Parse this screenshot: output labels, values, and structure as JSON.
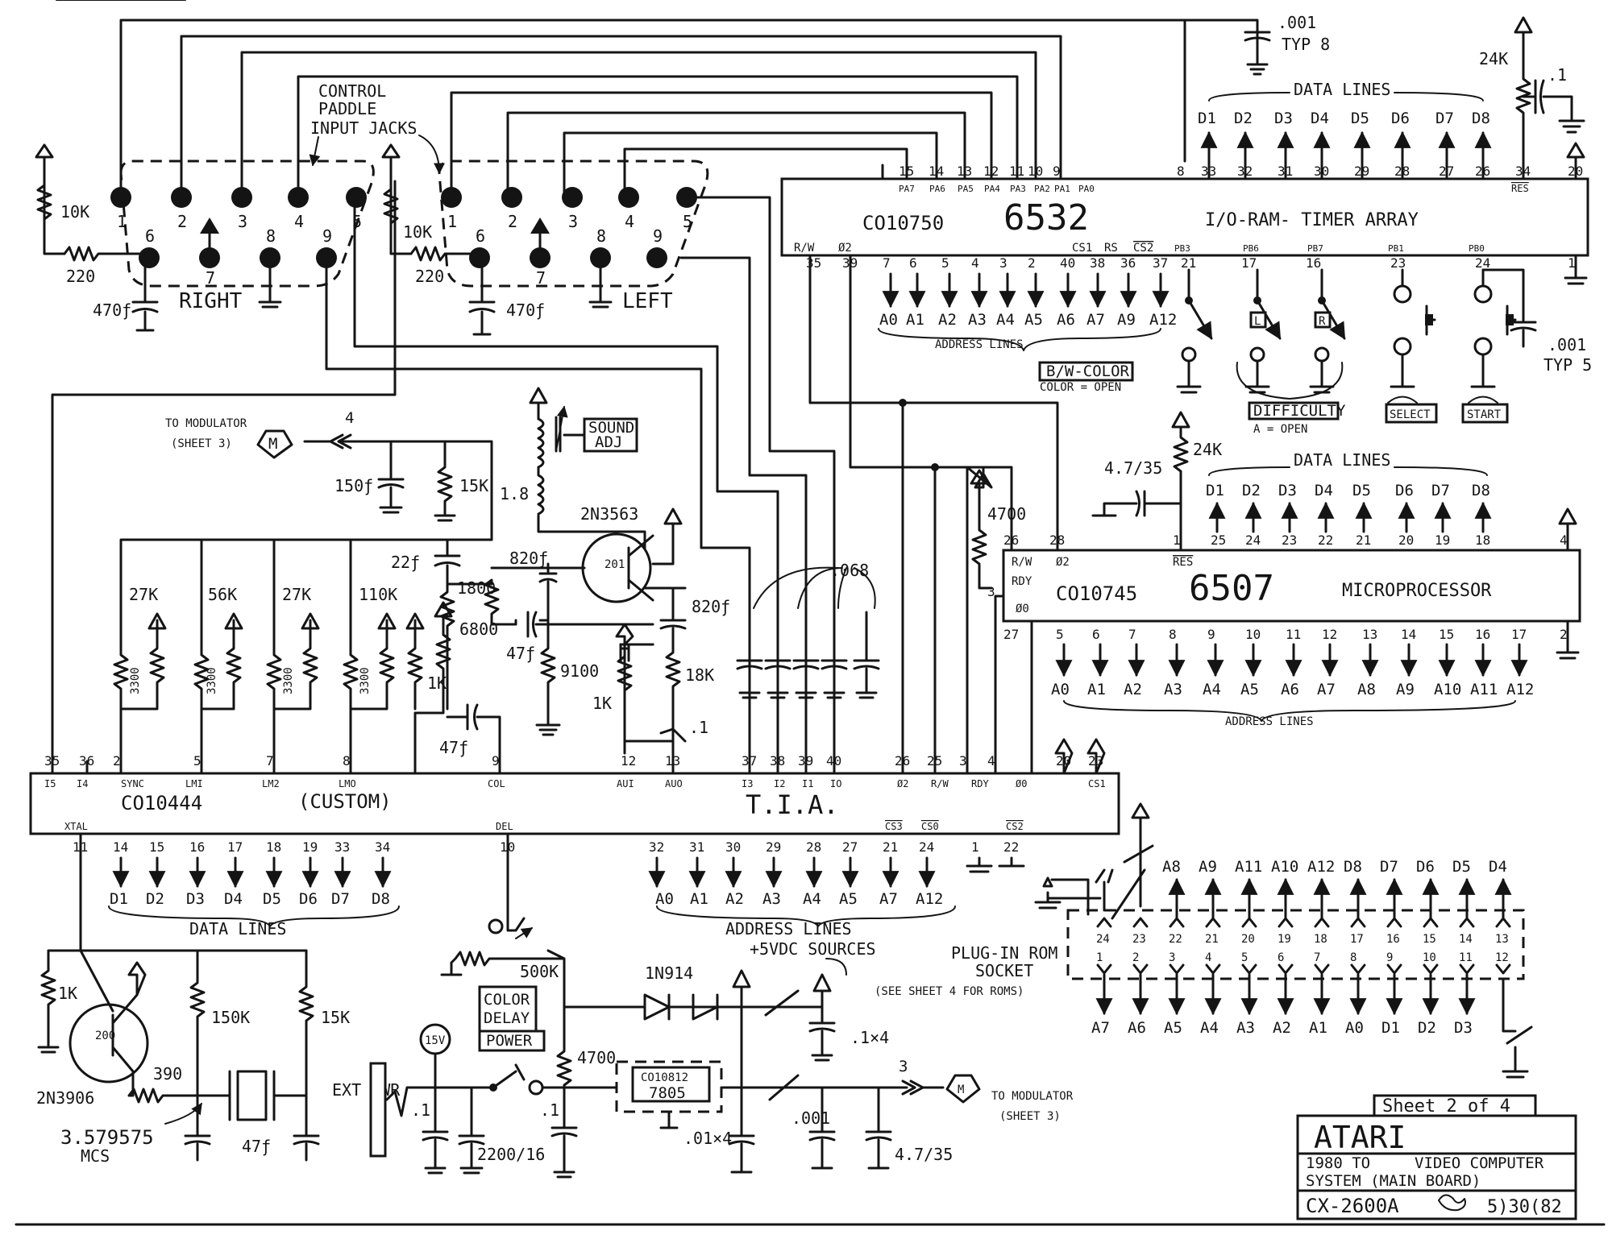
{
  "connectors": {
    "caption": [
      "CONTROL",
      "PADDLE",
      "INPUT JACKS"
    ],
    "right_label": "RIGHT",
    "left_label": "LEFT",
    "pins_top": [
      "1",
      "2",
      "3",
      "4",
      "5"
    ],
    "pins_bottom": [
      "6",
      "7",
      "8",
      "9"
    ],
    "pullup": "10K",
    "series_res": "220",
    "cap": "470ƒ"
  },
  "riot": {
    "part": "CO10750",
    "name": "6532",
    "desc": "I/O-RAM- TIMER ARRAY",
    "top_pins": [
      "15",
      "14",
      "13",
      "12",
      "11",
      "10",
      "9",
      "8",
      "33",
      "32",
      "31",
      "30",
      "29",
      "28",
      "27",
      "26",
      "34",
      "20"
    ],
    "top_sigs": [
      "PA7",
      "PA6",
      "PA5",
      "PA4",
      "PA3",
      "PA2",
      "PA1",
      "PA0",
      "RES"
    ],
    "left_sigs": [
      "R/W",
      "Ø2"
    ],
    "cs_sigs": [
      "CS1",
      "RS",
      "CS2"
    ],
    "bottom_pins": [
      "35",
      "39",
      "7",
      "6",
      "5",
      "4",
      "3",
      "2",
      "40",
      "38",
      "36",
      "37",
      "21",
      "17",
      "16",
      "23",
      "24",
      "1"
    ],
    "pb_sigs": [
      "PB3",
      "PB6",
      "PB7",
      "PB1",
      "PB0"
    ],
    "address": [
      "A0",
      "A1",
      "A2",
      "A3",
      "A4",
      "A5",
      "A6",
      "A7",
      "A9",
      "A12"
    ],
    "address_label": "ADDRESS LINES",
    "data": [
      "D1",
      "D2",
      "D3",
      "D4",
      "D5",
      "D6",
      "D7",
      "D8"
    ],
    "data_label": "DATA LINES",
    "bw_label": "B/W-COLOR",
    "bw_note": "COLOR = OPEN",
    "difficulty": "DIFFICULTY",
    "difficulty_note": "A = OPEN",
    "l": "L",
    "r": "R",
    "select": "SELECT",
    "start": "START",
    "cap_top": ".001",
    "cap_top_note": "TYP 8",
    "res_top": "24K",
    "cap_res": ".1",
    "cap_right": ".001",
    "cap_right_note": "TYP 5"
  },
  "cpu": {
    "part": "CO10745",
    "name": "6507",
    "desc": "MICROPROCESSOR",
    "left_sigs": [
      "R/W",
      "Ø2",
      "RDY",
      "Ø0"
    ],
    "res_sig": "RES",
    "top_pins": [
      "26",
      "28",
      "1",
      "25",
      "24",
      "23",
      "22",
      "21",
      "20",
      "19",
      "18",
      "4"
    ],
    "bottom_pins": [
      "27",
      "5",
      "6",
      "7",
      "8",
      "9",
      "10",
      "11",
      "12",
      "13",
      "14",
      "15",
      "16",
      "17",
      "2"
    ],
    "left_pin": "3",
    "data": [
      "D1",
      "D2",
      "D3",
      "D4",
      "D5",
      "D6",
      "D7",
      "D8"
    ],
    "data_label": "DATA LINES",
    "address": [
      "A0",
      "A1",
      "A2",
      "A3",
      "A4",
      "A5",
      "A6",
      "A7",
      "A8",
      "A9",
      "A10",
      "A11",
      "A12"
    ],
    "address_label": "ADDRESS LINES",
    "res_pullup": "24K",
    "res_cap": "4.7/35",
    "rdy_pullup": "4700"
  },
  "tia": {
    "part": "CO10444",
    "custom": "(CUSTOM)",
    "name": "T.I.A.",
    "top_pins": [
      "35",
      "36",
      "2",
      "5",
      "7",
      "8",
      "9",
      "12",
      "13",
      "37",
      "38",
      "39",
      "40",
      "26",
      "25",
      "3",
      "4",
      "20",
      "23"
    ],
    "top_sigs": [
      "I5",
      "I4",
      "SYNC",
      "LMI",
      "LM2",
      "LMO",
      "COL",
      "AUI",
      "AUO",
      "I3",
      "I2",
      "I1",
      "IO",
      "Ø2",
      "R/W",
      "RDY",
      "Ø0",
      "CS1"
    ],
    "bottom_pins": [
      "11",
      "14",
      "15",
      "16",
      "17",
      "18",
      "19",
      "33",
      "34",
      "10",
      "32",
      "31",
      "30",
      "29",
      "28",
      "27",
      "21",
      "24",
      "1",
      "22"
    ],
    "bottom_sigs": [
      "XTAL",
      "DEL",
      "CS3",
      "CS0",
      "CS2"
    ],
    "data": [
      "D1",
      "D2",
      "D3",
      "D4",
      "D5",
      "D6",
      "D7",
      "D8"
    ],
    "data_label": "DATA LINES",
    "address": [
      "A0",
      "A1",
      "A2",
      "A3",
      "A4",
      "A5",
      "A7",
      "A12"
    ],
    "address_label": "ADDRESS LINES"
  },
  "video": {
    "modulator": "TO MODULATOR",
    "sheet3": "(SHEET 3)",
    "m": "M",
    "node4": "4",
    "cap150": "150ƒ",
    "r15k": "15K",
    "resistors": [
      "27K",
      "56K",
      "27K",
      "110K"
    ],
    "r3300": "3300",
    "r1k": "1K",
    "cap22": "22ƒ",
    "r1800": "1800",
    "r6800": "6800",
    "cap47": "47ƒ"
  },
  "sound": {
    "label": "SOUND ADJ",
    "coil": "1.8",
    "transistor": "2N3563",
    "tnum": "201",
    "cap820a": "820ƒ",
    "cap820b": "820ƒ",
    "r9100": "9100",
    "r18k": "18K",
    "r1k": "1K",
    "cap01": ".1",
    "cap47": "47ƒ",
    "cap068": ".068"
  },
  "clock": {
    "r1k": "1K",
    "transistor": "2N3906",
    "tnum": "200",
    "r150k": "150K",
    "r15k": "15K",
    "r390": "390",
    "crystal": "3.579575",
    "mcs": "MCS",
    "cap47": "47ƒ"
  },
  "power": {
    "color_delay": "COLOR DELAY",
    "pot": "500K",
    "diode": "1N914",
    "sources": "+5VDC SOURCES",
    "cap_x4": ".1×4",
    "ext_pwr": "EXT PWR",
    "v15": "15V",
    "power_btn": "POWER",
    "cap01a": ".1",
    "cap2200": "2200/16",
    "cap01b": ".1",
    "r4700": "4700",
    "reg_part": "CO10812",
    "reg": "7805",
    "cap01x4": ".01×4",
    "cap001": ".001",
    "cap47": "4.7/35",
    "node3": "3",
    "modulator": "TO MODULATOR",
    "sheet3": "(SHEET 3)",
    "m": "M"
  },
  "rom": {
    "label": "PLUG-IN ROM",
    "label2": "SOCKET",
    "note": "(SEE SHEET 4 FOR ROMS)",
    "top_sigs": [
      "A8",
      "A9",
      "A11",
      "A10",
      "A12",
      "D8",
      "D7",
      "D6",
      "D5",
      "D4"
    ],
    "top_pins": [
      "24",
      "23",
      "22",
      "21",
      "20",
      "19",
      "18",
      "17",
      "16",
      "15",
      "14",
      "13"
    ],
    "bottom_pins": [
      "1",
      "2",
      "3",
      "4",
      "5",
      "6",
      "7",
      "8",
      "9",
      "10",
      "11",
      "12"
    ],
    "bottom_sigs": [
      "A7",
      "A6",
      "A5",
      "A4",
      "A3",
      "A2",
      "A1",
      "A0",
      "D1",
      "D2",
      "D3"
    ]
  },
  "title_block": {
    "sheet": "Sheet 2 of 4",
    "brand": "ATARI",
    "year": "1980 TO",
    "title1": "VIDEO COMPUTER",
    "title2": "SYSTEM (MAIN BOARD)",
    "model": "CX-2600A",
    "date": "5)30(82"
  }
}
